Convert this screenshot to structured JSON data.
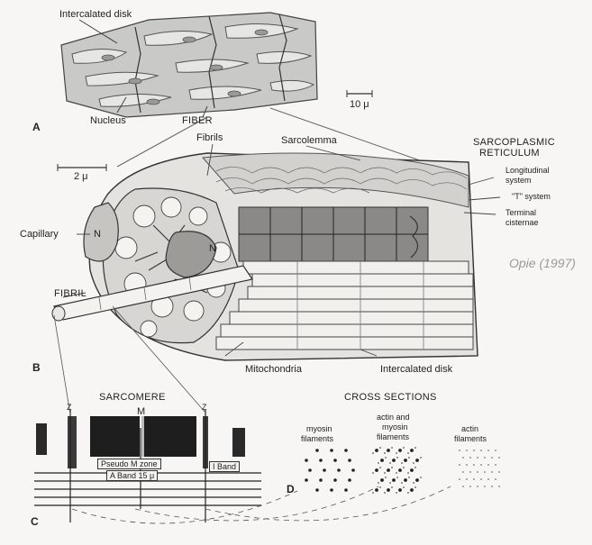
{
  "panel_letters": {
    "a": "A",
    "b": "B",
    "c": "C",
    "d": "D"
  },
  "panel_a": {
    "intercalated_disk": "Intercalated disk",
    "nucleus": "Nucleus",
    "fiber": "FIBER",
    "scale": "10 μ"
  },
  "panel_b": {
    "scale": "2 μ",
    "fibrils": "Fibrils",
    "sarcolemma": "Sarcolemma",
    "sr_title_1": "SARCOPLASMIC",
    "sr_title_2": "RETICULUM",
    "longitudinal_1": "Longitudinal",
    "longitudinal_2": "system",
    "t_system": "\"T\" system",
    "terminal_1": "Terminal",
    "terminal_2": "cisternae",
    "capillary": "Capillary",
    "n_cap": "N",
    "n_center": "N",
    "fibril": "FIBRIL",
    "mitochondria": "Mitochondria",
    "intercalated_disk": "Intercalated disk"
  },
  "credit": "Opie (1997)",
  "panel_c": {
    "title": "SARCOMERE",
    "m": "M",
    "z_left": "Z",
    "z_right": "Z",
    "pseudo_m_zone": "Pseudo M zone",
    "a_band": "A Band 15 μ",
    "i_band": "I Band"
  },
  "panel_d": {
    "title": "CROSS SECTIONS",
    "col1_1": "myosin",
    "col1_2": "filaments",
    "col2_1": "actin and",
    "col2_2": "myosin",
    "col2_3": "filaments",
    "col3_1": "actin",
    "col3_2": "filaments"
  }
}
